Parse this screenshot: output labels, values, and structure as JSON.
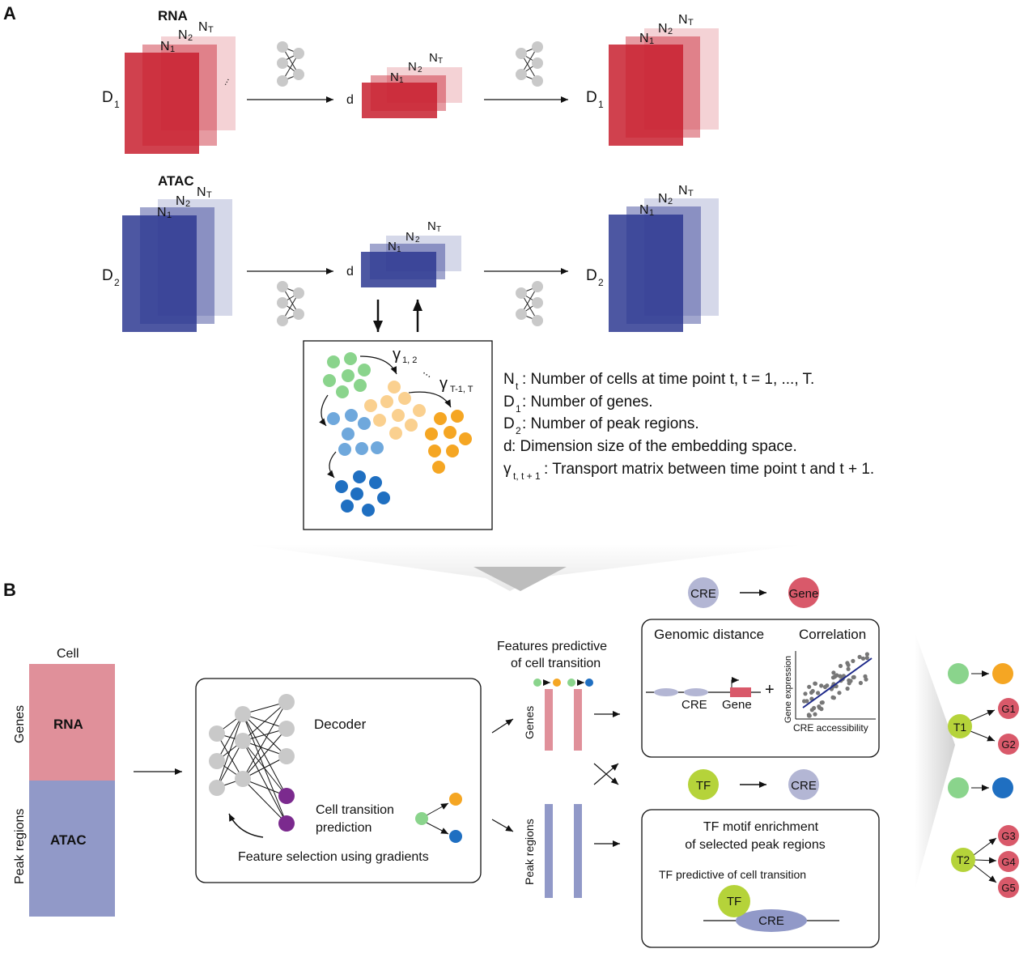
{
  "panel_a": {
    "label": "A",
    "rna_title": "RNA",
    "atac_title": "ATAC",
    "stack_labels": {
      "n1": "N",
      "n1_sub": "1",
      "n2": "N",
      "n2_sub": "2",
      "nt": "N",
      "nt_sub": "T",
      "ellipsis": "..."
    },
    "d1": "D",
    "d1_sub": "1",
    "d2": "D",
    "d2_sub": "2",
    "d": "d",
    "gamma_12": "γ",
    "gamma_12_sub": "1, 2",
    "gamma_t1t": "γ",
    "gamma_t1t_sub": "T-1, T",
    "gamma_dots": "...",
    "legend": [
      {
        "main": "N",
        "sub": "t",
        "rest": ": Number of cells at time point t, t = 1, ..., T."
      },
      {
        "main": "D",
        "sub": "1",
        "rest": ": Number of genes."
      },
      {
        "main": "D",
        "sub": "2",
        "rest": ": Number of peak regions."
      },
      {
        "main": "d",
        "sub": "",
        "rest": ": Dimension size of the embedding space."
      },
      {
        "main": "γ",
        "sub": "t, t + 1",
        "rest": ": Transport matrix between time point t and t + 1."
      }
    ]
  },
  "panel_b": {
    "label": "B",
    "cell_label": "Cell",
    "genes_label": "Genes",
    "peak_regions_label": "Peak regions",
    "rna_label": "RNA",
    "atac_label": "ATAC",
    "decoder": "Decoder",
    "cell_transition_1": "Cell transition",
    "cell_transition_2": "prediction",
    "feature_selection": "Feature selection using gradients",
    "features_title_1": "Features predictive",
    "features_title_2": "of cell transition",
    "genes_side": "Genes",
    "peak_side": "Peak regions",
    "cre": "CRE",
    "gene": "Gene",
    "tf": "TF",
    "genomic_distance": "Genomic distance",
    "correlation": "Correlation",
    "plus": "+",
    "cre_label": "CRE",
    "gene_label": "Gene",
    "y_axis": "Gene expression",
    "x_axis": "CRE accessibility",
    "tf_motif_1": "TF motif enrichment",
    "tf_motif_2": "of selected peak regions",
    "tf_predictive": "TF predictive of cell transition",
    "t1": "T1",
    "t2": "T2",
    "g1": "G1",
    "g2": "G2",
    "g3": "G3",
    "g4": "G4",
    "g5": "G5"
  },
  "colors": {
    "rna_red": "#c8202f",
    "atac_blue": "#2e3a92",
    "rna_bar": "#e0909a",
    "atac_bar": "#9199c8",
    "green": "#8ad48c",
    "light_orange": "#fad08f",
    "orange": "#f5a623",
    "light_blue": "#6fa8dc",
    "dark_blue": "#1f6fc1",
    "purple": "#7b2a8e",
    "tf_green": "#b5d33a",
    "cre_lavender": "#b3b6d4",
    "gene_red": "#d9596a"
  }
}
